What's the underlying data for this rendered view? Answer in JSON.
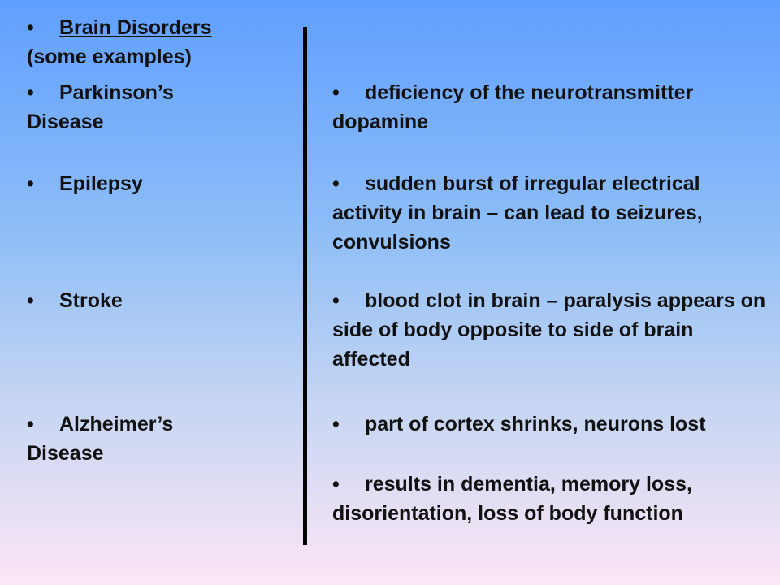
{
  "bullet": "•",
  "title": {
    "heading": "Brain Disorders",
    "subheading": "(some examples)"
  },
  "disorders": [
    {
      "name_line1": "Parkinson’s",
      "name_line2": "Disease",
      "description": "deficiency of the neurotransmitter dopamine"
    },
    {
      "name_line1": "Epilepsy",
      "name_line2": "",
      "description": "sudden burst of irregular electrical activity in brain – can lead to seizures, convulsions"
    },
    {
      "name_line1": "Stroke",
      "name_line2": "",
      "description": "blood clot in brain – paralysis appears on side of body opposite to side of brain affected"
    },
    {
      "name_line1": "Alzheimer’s",
      "name_line2": "Disease",
      "description": "part of cortex shrinks, neurons lost",
      "description_extra": "results in dementia, memory loss, disorientation, loss of body function"
    }
  ]
}
